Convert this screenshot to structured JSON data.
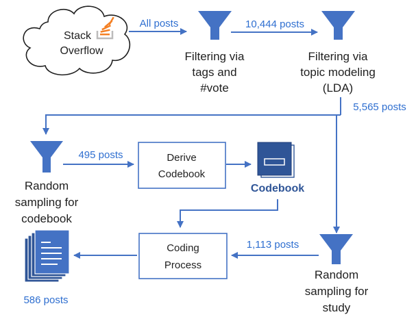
{
  "colors": {
    "accent": "#4472c4",
    "label_blue": "#2f6fd0",
    "text_dark": "#1f1f1f",
    "stack_overflow_orange": "#f48024",
    "box_stroke": "#4472c4"
  },
  "source": {
    "line1": "Stack",
    "line2": "Overflow",
    "icon": "stack-overflow-logo-icon"
  },
  "flows": {
    "all_posts": "All posts",
    "tag_filtered": "10,444 posts",
    "lda_filtered": "5,565 posts",
    "codebook_sample": "495 posts",
    "study_sample": "1,113 posts",
    "output": "586 posts"
  },
  "steps": {
    "filter_tags": [
      "Filtering via",
      "tags and",
      "#vote"
    ],
    "filter_lda": [
      "Filtering via",
      "topic modeling",
      "(LDA)"
    ],
    "random_codebook": [
      "Random",
      "sampling for",
      "codebook"
    ],
    "derive_codebook": [
      "Derive",
      "Codebook"
    ],
    "codebook": "Codebook",
    "coding_process": [
      "Coding",
      "Process"
    ],
    "random_study": [
      "Random",
      "sampling for",
      "study"
    ]
  },
  "icons": {
    "filter": "funnel-icon",
    "book": "book-icon",
    "documents": "document-stack-icon"
  }
}
